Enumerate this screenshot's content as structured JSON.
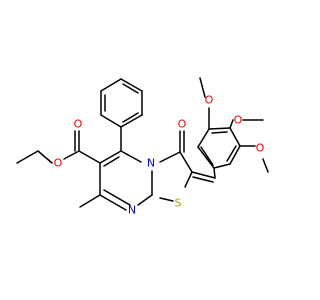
{
  "colors": {
    "bond": "#000000",
    "carbon": "#000000",
    "oxygen": "#ff0000",
    "nitrogen": "#0000ff",
    "sulfur": "#b2a000"
  },
  "atoms": {
    "O_ester_carbonyl": "O",
    "O_ester_ether": "O",
    "O_lactam": "O",
    "N_ring_junction": "N",
    "N_pyrimidine": "N",
    "S_thiazole": "S",
    "O_methoxy_top": "O",
    "O_methoxy_middle": "O",
    "O_methoxy_right": "O"
  }
}
